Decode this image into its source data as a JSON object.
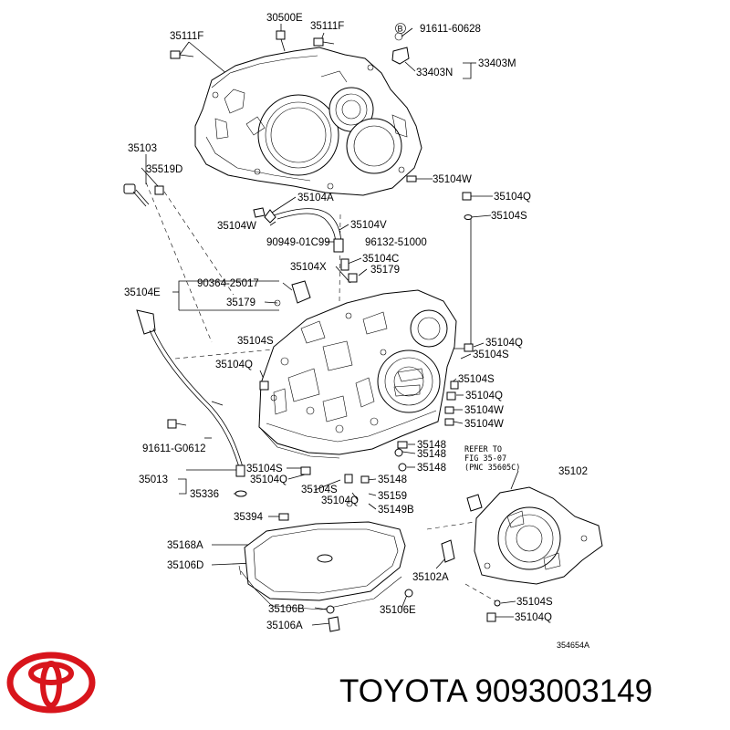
{
  "labels": {
    "l_30500E": "30500E",
    "l_35111F_a": "35111F",
    "l_35111F_b": "35111F",
    "l_B": "B",
    "l_91611_60628": "91611-60628",
    "l_33403M": "33403M",
    "l_33403N": "33403N",
    "l_35103": "35103",
    "l_35519D": "35519D",
    "l_35104W_a": "35104W",
    "l_35104A_top": "35104A",
    "l_35104Q_a": "35104Q",
    "l_35104S_a": "35104S",
    "l_35104W_b": "35104W",
    "l_35104V": "35104V",
    "l_90949": "90949-01C99",
    "l_96132": "96132-51000",
    "l_35104C": "35104C",
    "l_35104X": "35104X",
    "l_35179_a": "35179",
    "l_90364": "90364-25017",
    "l_35104E": "35104E",
    "l_35179_b": "35179",
    "l_35104S_b": "35104S",
    "l_35104Q_b": "35104Q",
    "l_35104S_c": "35104S",
    "l_35104Q_c": "35104Q",
    "l_35104S_d": "35104S",
    "l_35104Q_d": "35104Q",
    "l_35104W_c": "35104W",
    "l_35104W_d": "35104W",
    "l_91611_G0612": "91611-G0612",
    "l_35148_a": "35148",
    "l_35148_b": "35148",
    "l_35148_c": "35148",
    "l_35104S_e": "35104S",
    "l_35104Q_e": "35104Q",
    "l_35148_d": "35148",
    "l_35013": "35013",
    "l_35336": "35336",
    "l_35104S_f": "35104S",
    "l_35104Q_f": "35104Q",
    "l_35159": "35159",
    "l_35149B": "35149B",
    "l_35394": "35394",
    "l_35102": "35102",
    "l_35168A": "35168A",
    "l_35106D": "35106D",
    "l_35102A": "35102A",
    "l_35106B": "35106B",
    "l_35106E": "35106E",
    "l_35106A": "35106A",
    "l_35104S_g": "35104S",
    "l_35104Q_g": "35104Q",
    "l_refer1": "REFER TO",
    "l_refer2": "FIG 35-07",
    "l_refer3": "(PNC 35605C)",
    "l_drawing_no": "354654A"
  },
  "brand": {
    "text": "TOYOTA 9093003149",
    "logo_color": "#d8151c"
  }
}
